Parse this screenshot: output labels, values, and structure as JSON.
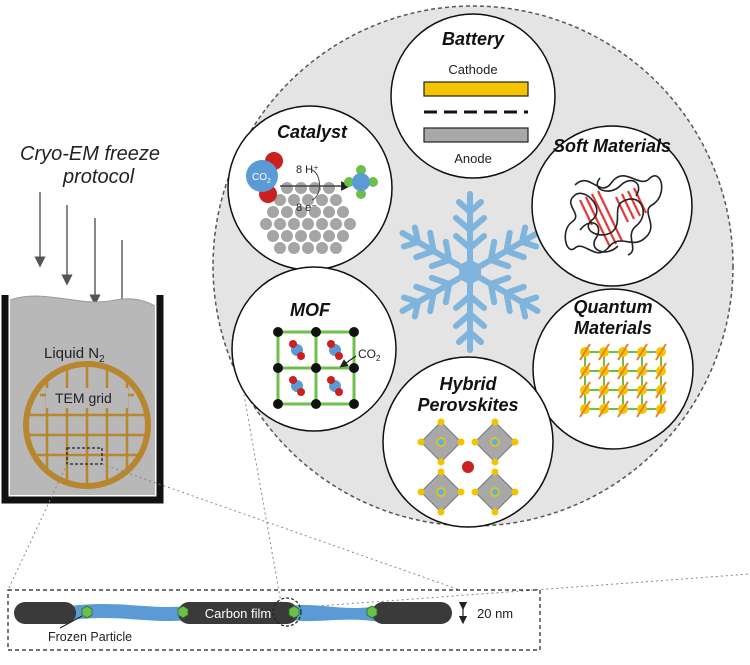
{
  "protocol_title": {
    "line1": "Cryo-EM freeze",
    "line2": "protocol"
  },
  "container": {
    "liquid_label": "Liquid N",
    "liquid_sub": "2",
    "grid_label": "TEM grid"
  },
  "film": {
    "carbon_label": "Carbon film",
    "particle_label": "Frozen Particle",
    "thickness_label": "20 nm"
  },
  "applications": {
    "battery": {
      "title": "Battery",
      "cathode": "Cathode",
      "anode": "Anode"
    },
    "catalyst": {
      "title": "Catalyst",
      "co2_main": "CO",
      "co2_sub": "2",
      "protons": "8 H⁺",
      "electrons": "8 e⁻"
    },
    "soft_materials": {
      "title": "Soft Materials"
    },
    "mof": {
      "title": "MOF",
      "co2_main": "CO",
      "co2_sub": "2"
    },
    "quantum": {
      "title_line1": "Quantum",
      "title_line2": "Materials"
    },
    "perovskite": {
      "title_line1": "Hybrid",
      "title_line2": "Perovskites"
    }
  },
  "colors": {
    "ice_blue": "#7fb4dc",
    "film_blue": "#5b9bd5",
    "grid_gold": "#b8862f",
    "particle_green": "#6cc04a",
    "cathode_yellow": "#f5c400",
    "anode_gray": "#a8a8a8",
    "red": "#cc1f1f"
  }
}
